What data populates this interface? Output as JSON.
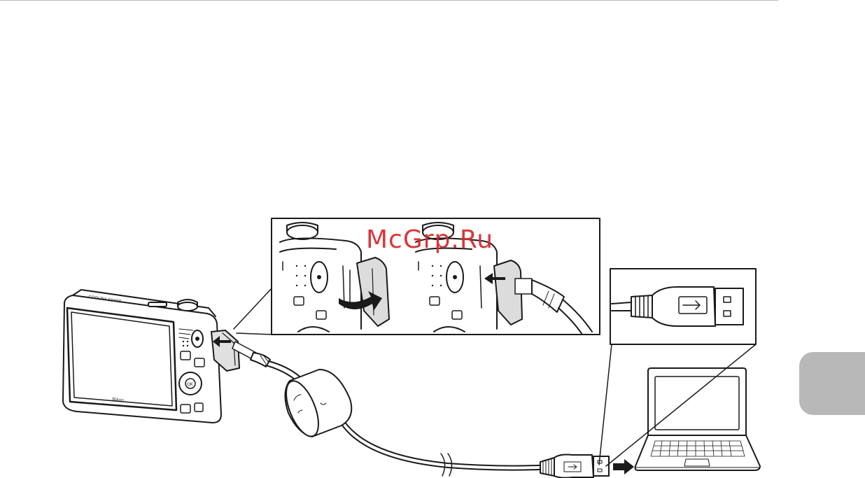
{
  "watermark": {
    "text": "McGrp.Ru"
  },
  "illustration": {
    "camera_brand": "Nikon",
    "camera_model": "COOLPIX S9400",
    "ok_button_label": "OK",
    "colors": {
      "line": "#1a1a1a",
      "side_tab": "#b8b8b8",
      "watermark": "#d9262a"
    }
  },
  "icons": [
    "camera-icon",
    "usb-cable-icon",
    "ferrite-core-icon",
    "usb-plug-icon",
    "laptop-icon",
    "arrow-icon"
  ]
}
